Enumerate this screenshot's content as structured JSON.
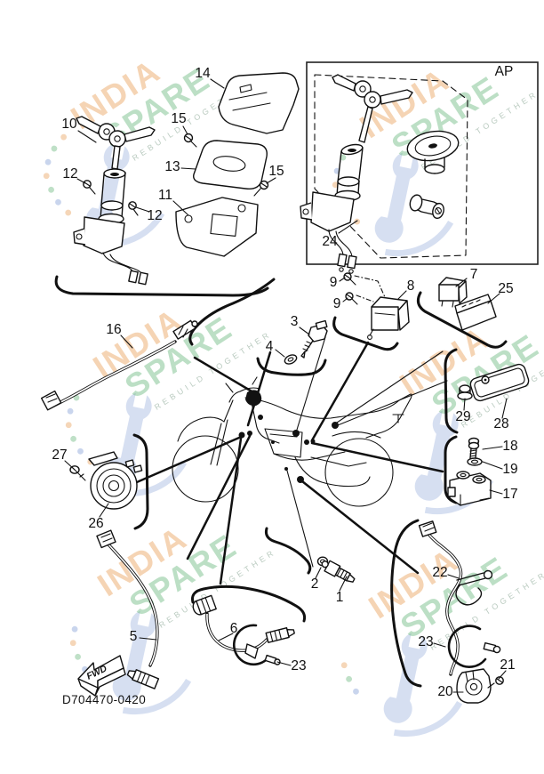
{
  "diagram": {
    "drawing_number": "D704470-0420",
    "inset_label": "AP",
    "direction_label": "FWD",
    "callouts": {
      "k1": "1",
      "k2": "2",
      "k3": "3",
      "k4": "4",
      "k5": "5",
      "k6": "6",
      "k7": "7",
      "k8": "8",
      "k9": "9",
      "k10": "10",
      "k11": "11",
      "k12": "12",
      "k13": "13",
      "k14": "14",
      "k15": "15",
      "k16": "16",
      "k17": "17",
      "k18": "18",
      "k19": "19",
      "k20": "20",
      "k21": "21",
      "k22": "22",
      "k23": "23",
      "k24": "24",
      "k25": "25",
      "k26": "26",
      "k27": "27",
      "k28": "28",
      "k29": "29"
    }
  },
  "watermark": {
    "brand_top": "INDIA",
    "brand_bottom": "SPARE",
    "tagline": "REBUILD TOGETHER"
  }
}
